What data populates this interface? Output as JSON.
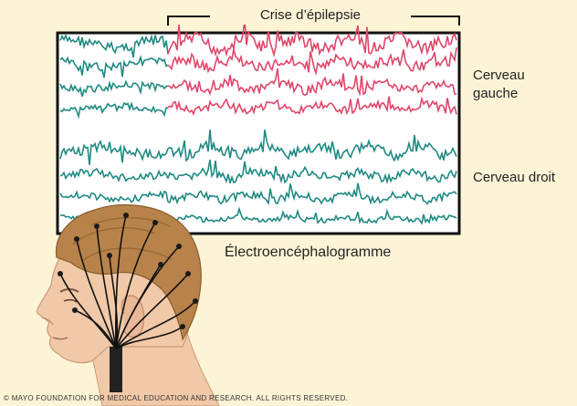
{
  "diagram": {
    "seizure_label": "Crise d’épilepsie",
    "left_brain_label": "Cerveau gauche",
    "right_brain_label": "Cerveau droit",
    "eeg_caption": "Électroencéphalogramme",
    "copyright": "© MAYO FOUNDATION FOR MEDICAL EDUCATION AND RESEARCH. ALL RIGHTS RESERVED."
  },
  "colors": {
    "background": "#fdf4d6",
    "normal_trace": "#1f8a82",
    "seizure_trace": "#e0466a",
    "frame": "#111111",
    "hair": "#b8834a",
    "skin": "#f1c9a8",
    "electrode": "#1a1a1a"
  },
  "icons": {
    "head": "head-with-electrodes-icon"
  }
}
